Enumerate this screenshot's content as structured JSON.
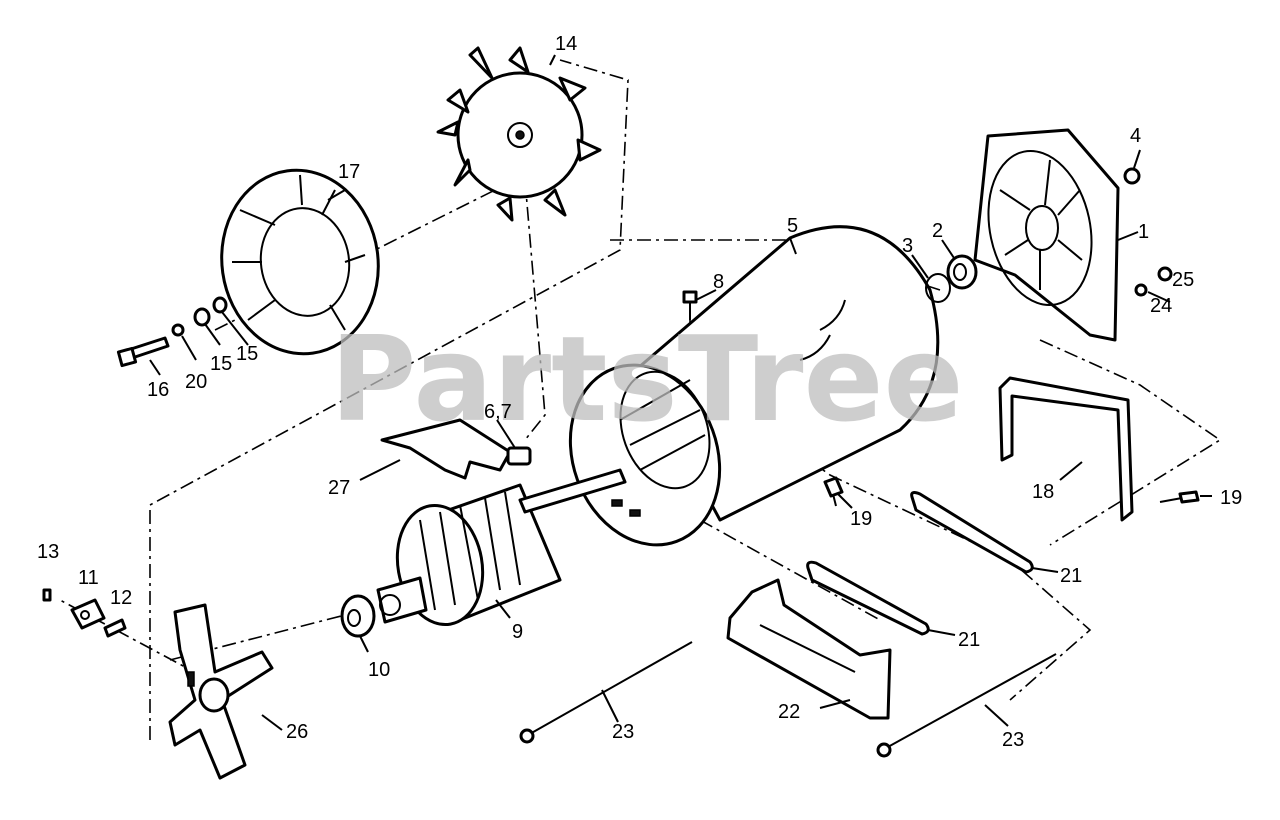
{
  "watermark": "PartsTree",
  "callouts": {
    "c1": "1",
    "c2": "2",
    "c3": "3",
    "c4": "4",
    "c5": "5",
    "c67": "6,7",
    "c8": "8",
    "c9": "9",
    "c10": "10",
    "c11": "11",
    "c12": "12",
    "c13": "13",
    "c14": "14",
    "c15a": "15",
    "c15b": "15",
    "c16": "16",
    "c17": "17",
    "c18": "18",
    "c19a": "19",
    "c19b": "19",
    "c20": "20",
    "c21a": "21",
    "c21b": "21",
    "c22": "22",
    "c23a": "23",
    "c23b": "23",
    "c24": "24",
    "c25": "25",
    "c26": "26",
    "c27": "27"
  }
}
